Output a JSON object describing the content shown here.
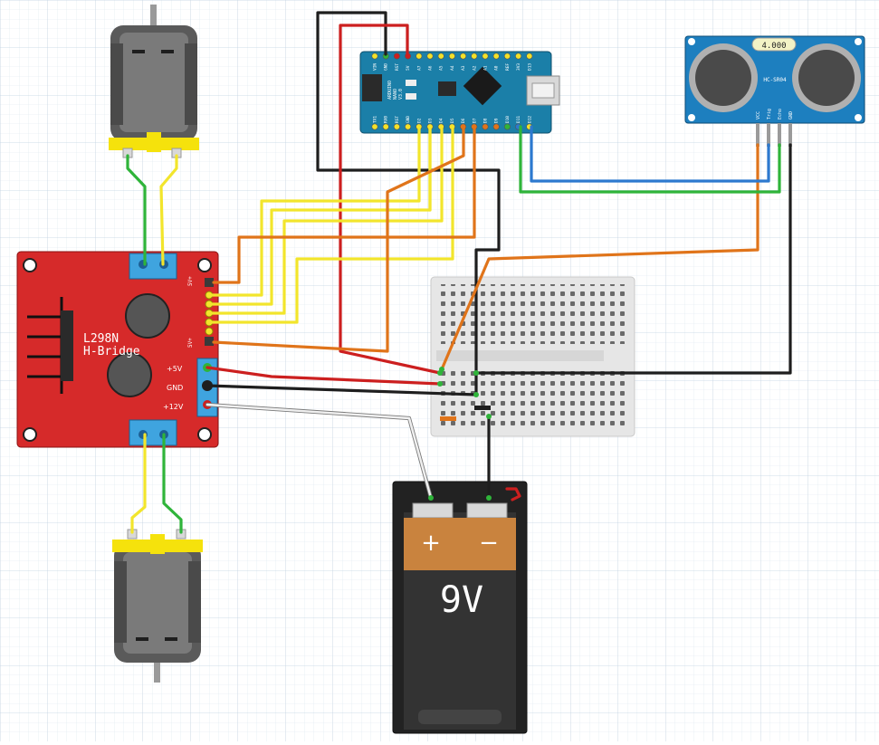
{
  "hbridge": {
    "title_line1": "L298N",
    "title_line2": "H-Bridge",
    "pin_5v": "+5V",
    "pin_gnd": "GND",
    "pin_12v": "+12V",
    "header_top": "5V+",
    "header_bottom": "5V+",
    "color": "#d62a2a"
  },
  "arduino": {
    "name_line1": "ARDUINO",
    "name_line2": "NANO",
    "name_line3": "V3.0",
    "top_pins": [
      "VIN",
      "GND",
      "RST",
      "5V",
      "A7",
      "A6",
      "A5",
      "A4",
      "A3",
      "A2",
      "A1",
      "A0",
      "REF",
      "3V3",
      "D13"
    ],
    "bottom_pins": [
      "TX1",
      "RX0",
      "RST",
      "GND",
      "D2",
      "D3",
      "D4",
      "D5",
      "D6",
      "D7",
      "D8",
      "D9",
      "D10",
      "D11",
      "D12"
    ],
    "color": "#1b7fa8"
  },
  "sensor": {
    "model": "HC-SR04",
    "badge": "4.000",
    "pins": [
      "VCC",
      "Trig",
      "Echo",
      "GND"
    ],
    "color": "#1d7fbf"
  },
  "battery": {
    "voltage": "9V",
    "plus": "+",
    "minus": "−"
  },
  "wire_colors": {
    "red": "#cc1f1f",
    "black": "#1e1e1e",
    "yellow": "#f2e52c",
    "orange": "#e0741a",
    "green": "#2fb43a",
    "blue": "#2c79cf",
    "gray": "#b8b8b8"
  }
}
